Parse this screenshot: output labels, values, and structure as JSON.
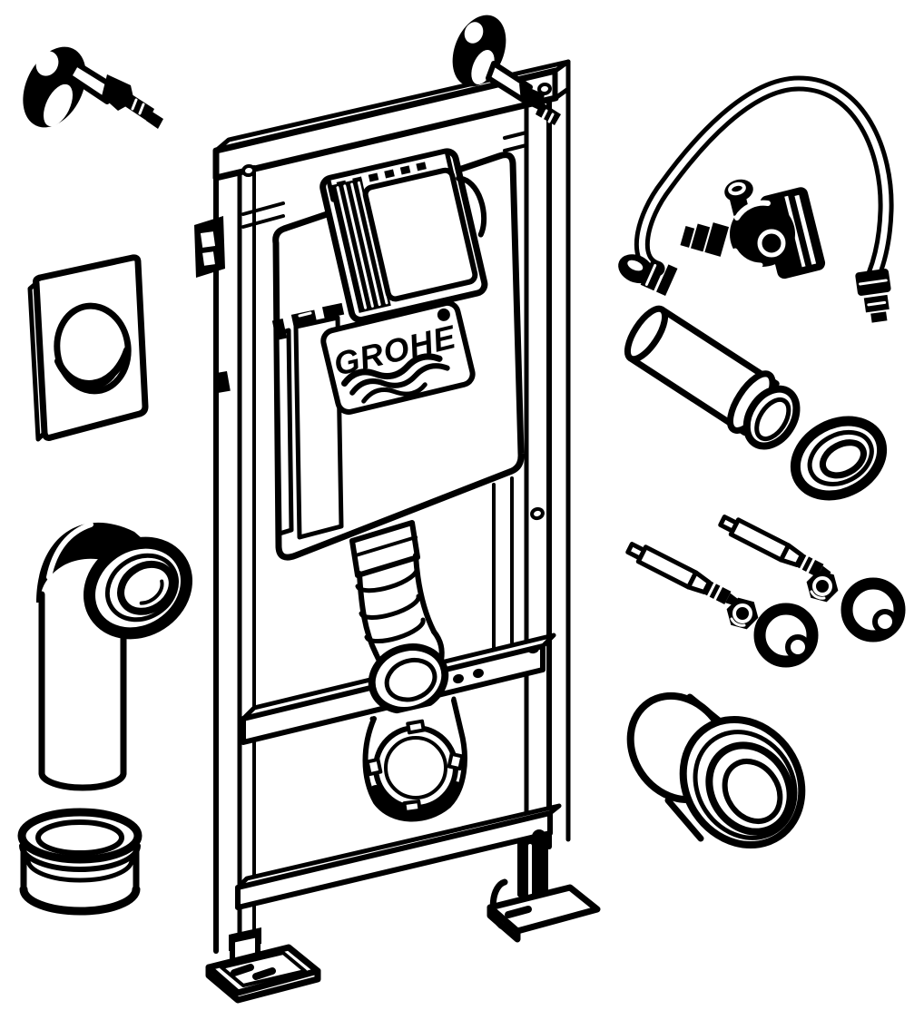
{
  "diagram": {
    "ink_color": "#000000",
    "paper_color": "#ffffff",
    "brand": {
      "logo_text": "GROHE"
    },
    "parts": [
      {
        "id": "wall-anchor-fastener-left"
      },
      {
        "id": "wall-anchor-fastener-top"
      },
      {
        "id": "flush-actuation-plate"
      },
      {
        "id": "drain-elbow"
      },
      {
        "id": "spacer-collar"
      },
      {
        "id": "mounting-frame"
      },
      {
        "id": "concealed-cistern"
      },
      {
        "id": "inspection-shaft"
      },
      {
        "id": "grohe-logo-plate"
      },
      {
        "id": "flush-bend-pipe"
      },
      {
        "id": "wc-outlet-holder"
      },
      {
        "id": "adjustable-feet"
      },
      {
        "id": "water-supply-hose"
      },
      {
        "id": "angle-stop-valve"
      },
      {
        "id": "flush-pipe"
      },
      {
        "id": "seal-ring"
      },
      {
        "id": "threaded-rod-1"
      },
      {
        "id": "threaded-rod-2"
      },
      {
        "id": "hex-nut-1"
      },
      {
        "id": "hex-nut-2"
      },
      {
        "id": "cover-cap-1"
      },
      {
        "id": "cover-cap-2"
      },
      {
        "id": "outlet-connector-cone"
      }
    ]
  }
}
